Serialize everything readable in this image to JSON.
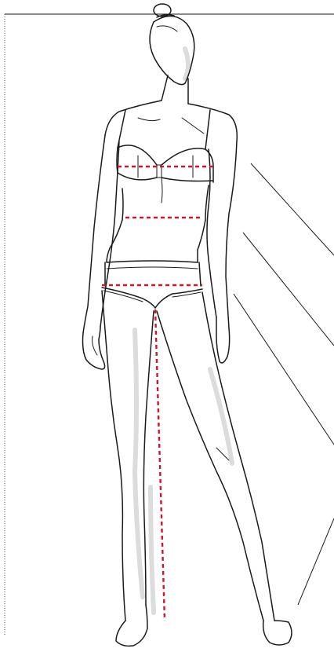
{
  "figure": {
    "subject": "fashion-croquis-female-figure-front-view",
    "garments": [
      "bra",
      "briefs"
    ]
  },
  "measurement_lines": [
    {
      "id": "bust",
      "color": "#d0142c",
      "style": "dashed",
      "orientation": "horizontal"
    },
    {
      "id": "waist",
      "color": "#d0142c",
      "style": "dashed",
      "orientation": "horizontal"
    },
    {
      "id": "hips",
      "color": "#d0142c",
      "style": "dashed",
      "orientation": "horizontal"
    },
    {
      "id": "inseam",
      "color": "#d0142c",
      "style": "dashed",
      "orientation": "vertical"
    }
  ],
  "frame": {
    "left_border": "dotted",
    "top_border": "solid"
  },
  "colors": {
    "outline": "#1a1a1a",
    "measure": "#d0142c",
    "shadow": "#dcdcdc",
    "background": "#ffffff"
  }
}
